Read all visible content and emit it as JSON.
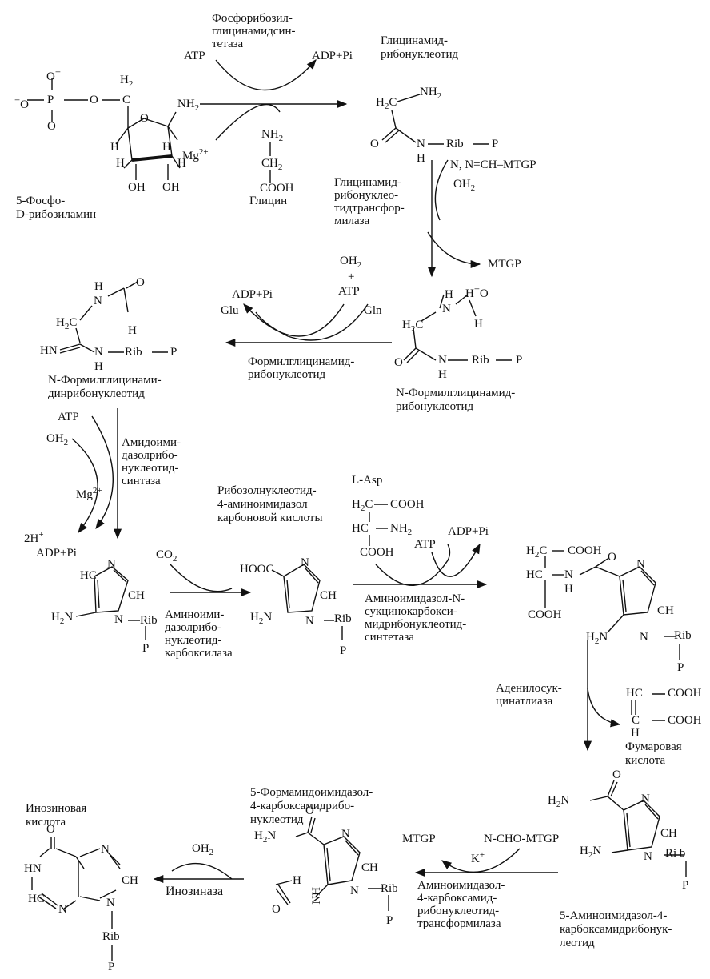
{
  "title_pathway": "",
  "compounds": {
    "prpp_amine": "5-Фосфо-\nD-рибозиламин",
    "glycine": "Глицин",
    "gar": "Глицинамид-\nрибонуклеотид",
    "fgar": "N-Формилглицинамид-\nрибонуклеотид",
    "fgam": "N-Формилглицинами-\nдинрибонуклеотид",
    "air": "",
    "cair_name": "Рибозолнуклеотид-\n4-аминоимидазол\nкарбоновой кислоты",
    "aicar": "5-Аминоимидазол-4-\nкарбоксамидрибонук-\nлеотид",
    "faicar": "5-Формамидоимидазол-\n4-карбоксамидрибо-\nнуклеотид",
    "imp": "Инозиновая\nкислота",
    "fumarate": "Фумаровая\nкислота"
  },
  "enzymes": {
    "e1": "Фосфорибозил-\nглицинамидсин-\nтетаза",
    "e2": "Глицинамид-\nрибонуклео-\nтидтрансфор-\nмилаза",
    "e3": "Формилглицинамид-\nрибонуклеотид",
    "e4": "Амидоими-\nдазолрибо-\nнуклеотид-\nсинтаза",
    "e5": "Аминоими-\nдазолрибо-\nнуклеотид-\nкарбоксилаза",
    "e6": "Аминоимидазол-N-\nсукцинокарбокси-\nмидрибонуклеотид-\nсинтетаза",
    "e7": "Аденилосук-\nцинатлиаза",
    "e8": "Аминоимидазол-\n4-карбоксамид-\nрибонуклеотид-\nтрансформилаза",
    "e9": "Инозиназа"
  },
  "cofactors": {
    "atp": "ATP",
    "adp_pi": "ADP+Pi",
    "mg": "Mg",
    "mg_charge": "2+",
    "mtgp_in": "N, N=CH–MTGP",
    "oh2": "OH",
    "mtgp_out": "MTGP",
    "glu": "Glu",
    "gln": "Gln",
    "plus": "+",
    "co2": "CO",
    "h2_plus": "2H",
    "l_asp": "L-Asp",
    "n_cho_mtgp": "N-CHO-MTGP",
    "k": "K",
    "k_charge": "+"
  },
  "atoms": {
    "rib": "Rib",
    "p": "P",
    "nh2": "NH",
    "h2n": "H",
    "cooh": "COOH",
    "hooc": "HOOC",
    "ch": "CH",
    "hc": "HC",
    "n": "N",
    "o": "O",
    "h": "H",
    "oh": "OH",
    "hn": "HN",
    "hn_eq": "HN=",
    "two": "2"
  },
  "colors": {
    "ink": "#111111",
    "background": "#ffffff"
  }
}
